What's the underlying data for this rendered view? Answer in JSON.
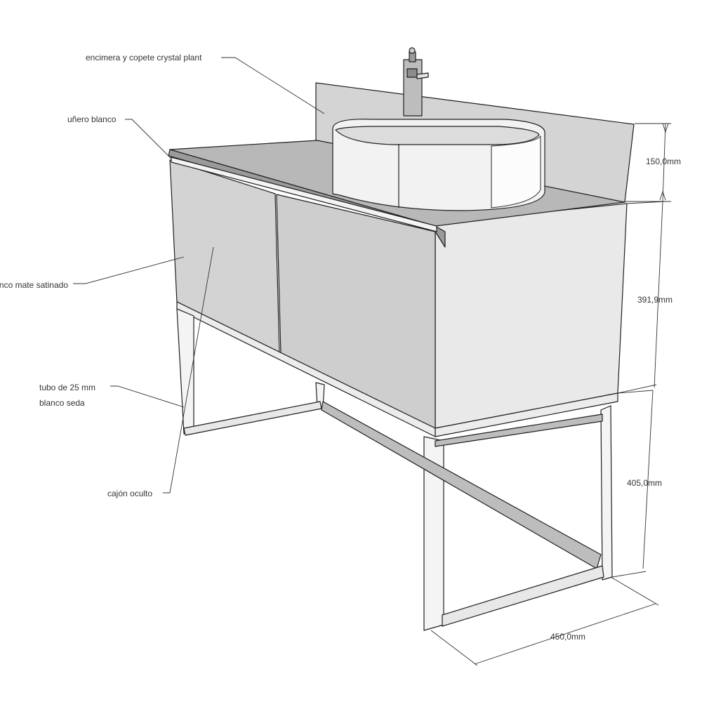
{
  "labels": {
    "countertop": "encimera y copete crystal plant",
    "handle": "uñero blanco",
    "finish": "lacado blanco mate satinado",
    "tube_line1": "tubo de 25 mm",
    "tube_line2": "blanco seda",
    "drawer": "cajón oculto"
  },
  "dimensions": {
    "backsplash_height": "150,0mm",
    "cabinet_height": "391,9mm",
    "leg_height": "405,0mm",
    "depth": "450,0mm"
  },
  "colors": {
    "panel": "#d2d2d2",
    "panel_dark": "#c4c4c4",
    "top": "#b8b8b8",
    "frame_face": "#ececec",
    "line": "#1f1f1f"
  }
}
